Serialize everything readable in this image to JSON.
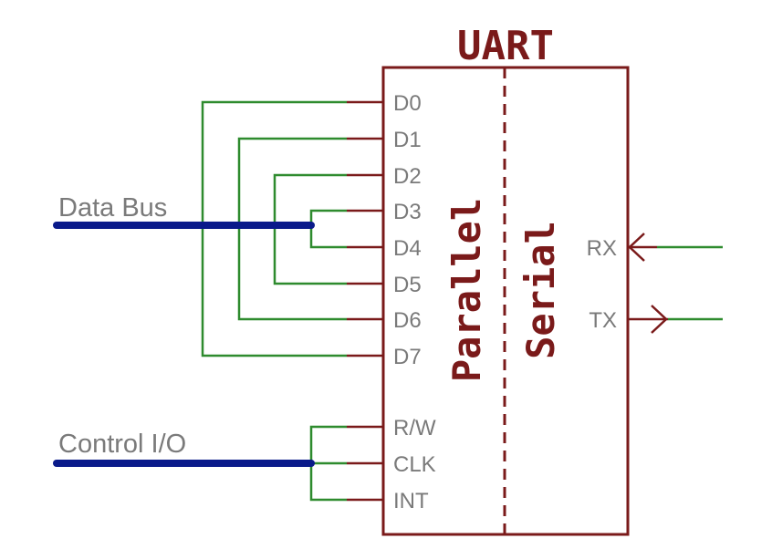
{
  "chip": {
    "title": "UART",
    "parallel_label": "Parallel",
    "serial_label": "Serial"
  },
  "data_pins": [
    "D0",
    "D1",
    "D2",
    "D3",
    "D4",
    "D5",
    "D6",
    "D7"
  ],
  "control_pins": [
    "R/W",
    "CLK",
    "INT"
  ],
  "serial_pins": {
    "rx": "RX",
    "tx": "TX"
  },
  "buses": {
    "data_bus": "Data Bus",
    "control_io": "Control I/O"
  },
  "colors": {
    "chip": "#7a1a1a",
    "wire": "#2e8b2e",
    "bus": "#0a1a8a",
    "text": "#7a7a7a"
  }
}
